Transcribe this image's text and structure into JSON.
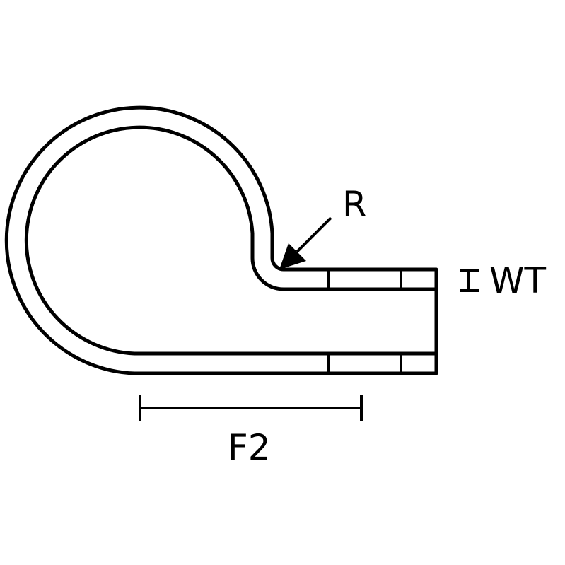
{
  "labels": {
    "radius": "R",
    "wall_thickness": "WT",
    "flange_length": "F2"
  },
  "colors": {
    "line": "#000000",
    "background": "#ffffff"
  }
}
